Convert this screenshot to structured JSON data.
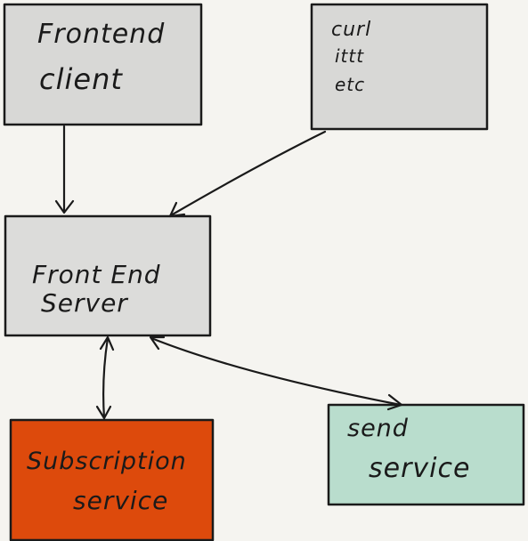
{
  "nodes": {
    "frontend_client": {
      "lines": [
        "Frontend",
        "client"
      ],
      "fill": "#d8d8d6"
    },
    "curl_http": {
      "lines": [
        "curl",
        "ittt",
        "etc"
      ],
      "fill": "#d8d8d6"
    },
    "frontend_server": {
      "lines": [
        "Front End",
        "Server"
      ],
      "fill": "#dcdcda"
    },
    "subscription_service": {
      "lines": [
        "Subscription",
        "service"
      ],
      "fill": "#dd4a0c"
    },
    "send_service": {
      "lines": [
        "send",
        "service"
      ],
      "fill": "#b9ddcd"
    }
  },
  "edges": [
    {
      "from": "frontend_client",
      "to": "frontend_server",
      "direction": "forward"
    },
    {
      "from": "curl_http",
      "to": "frontend_server",
      "direction": "forward"
    },
    {
      "from": "frontend_server",
      "to": "subscription_service",
      "direction": "both"
    },
    {
      "from": "frontend_server",
      "to": "send_service",
      "direction": "both"
    }
  ],
  "colors": {
    "background": "#f5f4f0",
    "ink": "#1a1a1a"
  }
}
